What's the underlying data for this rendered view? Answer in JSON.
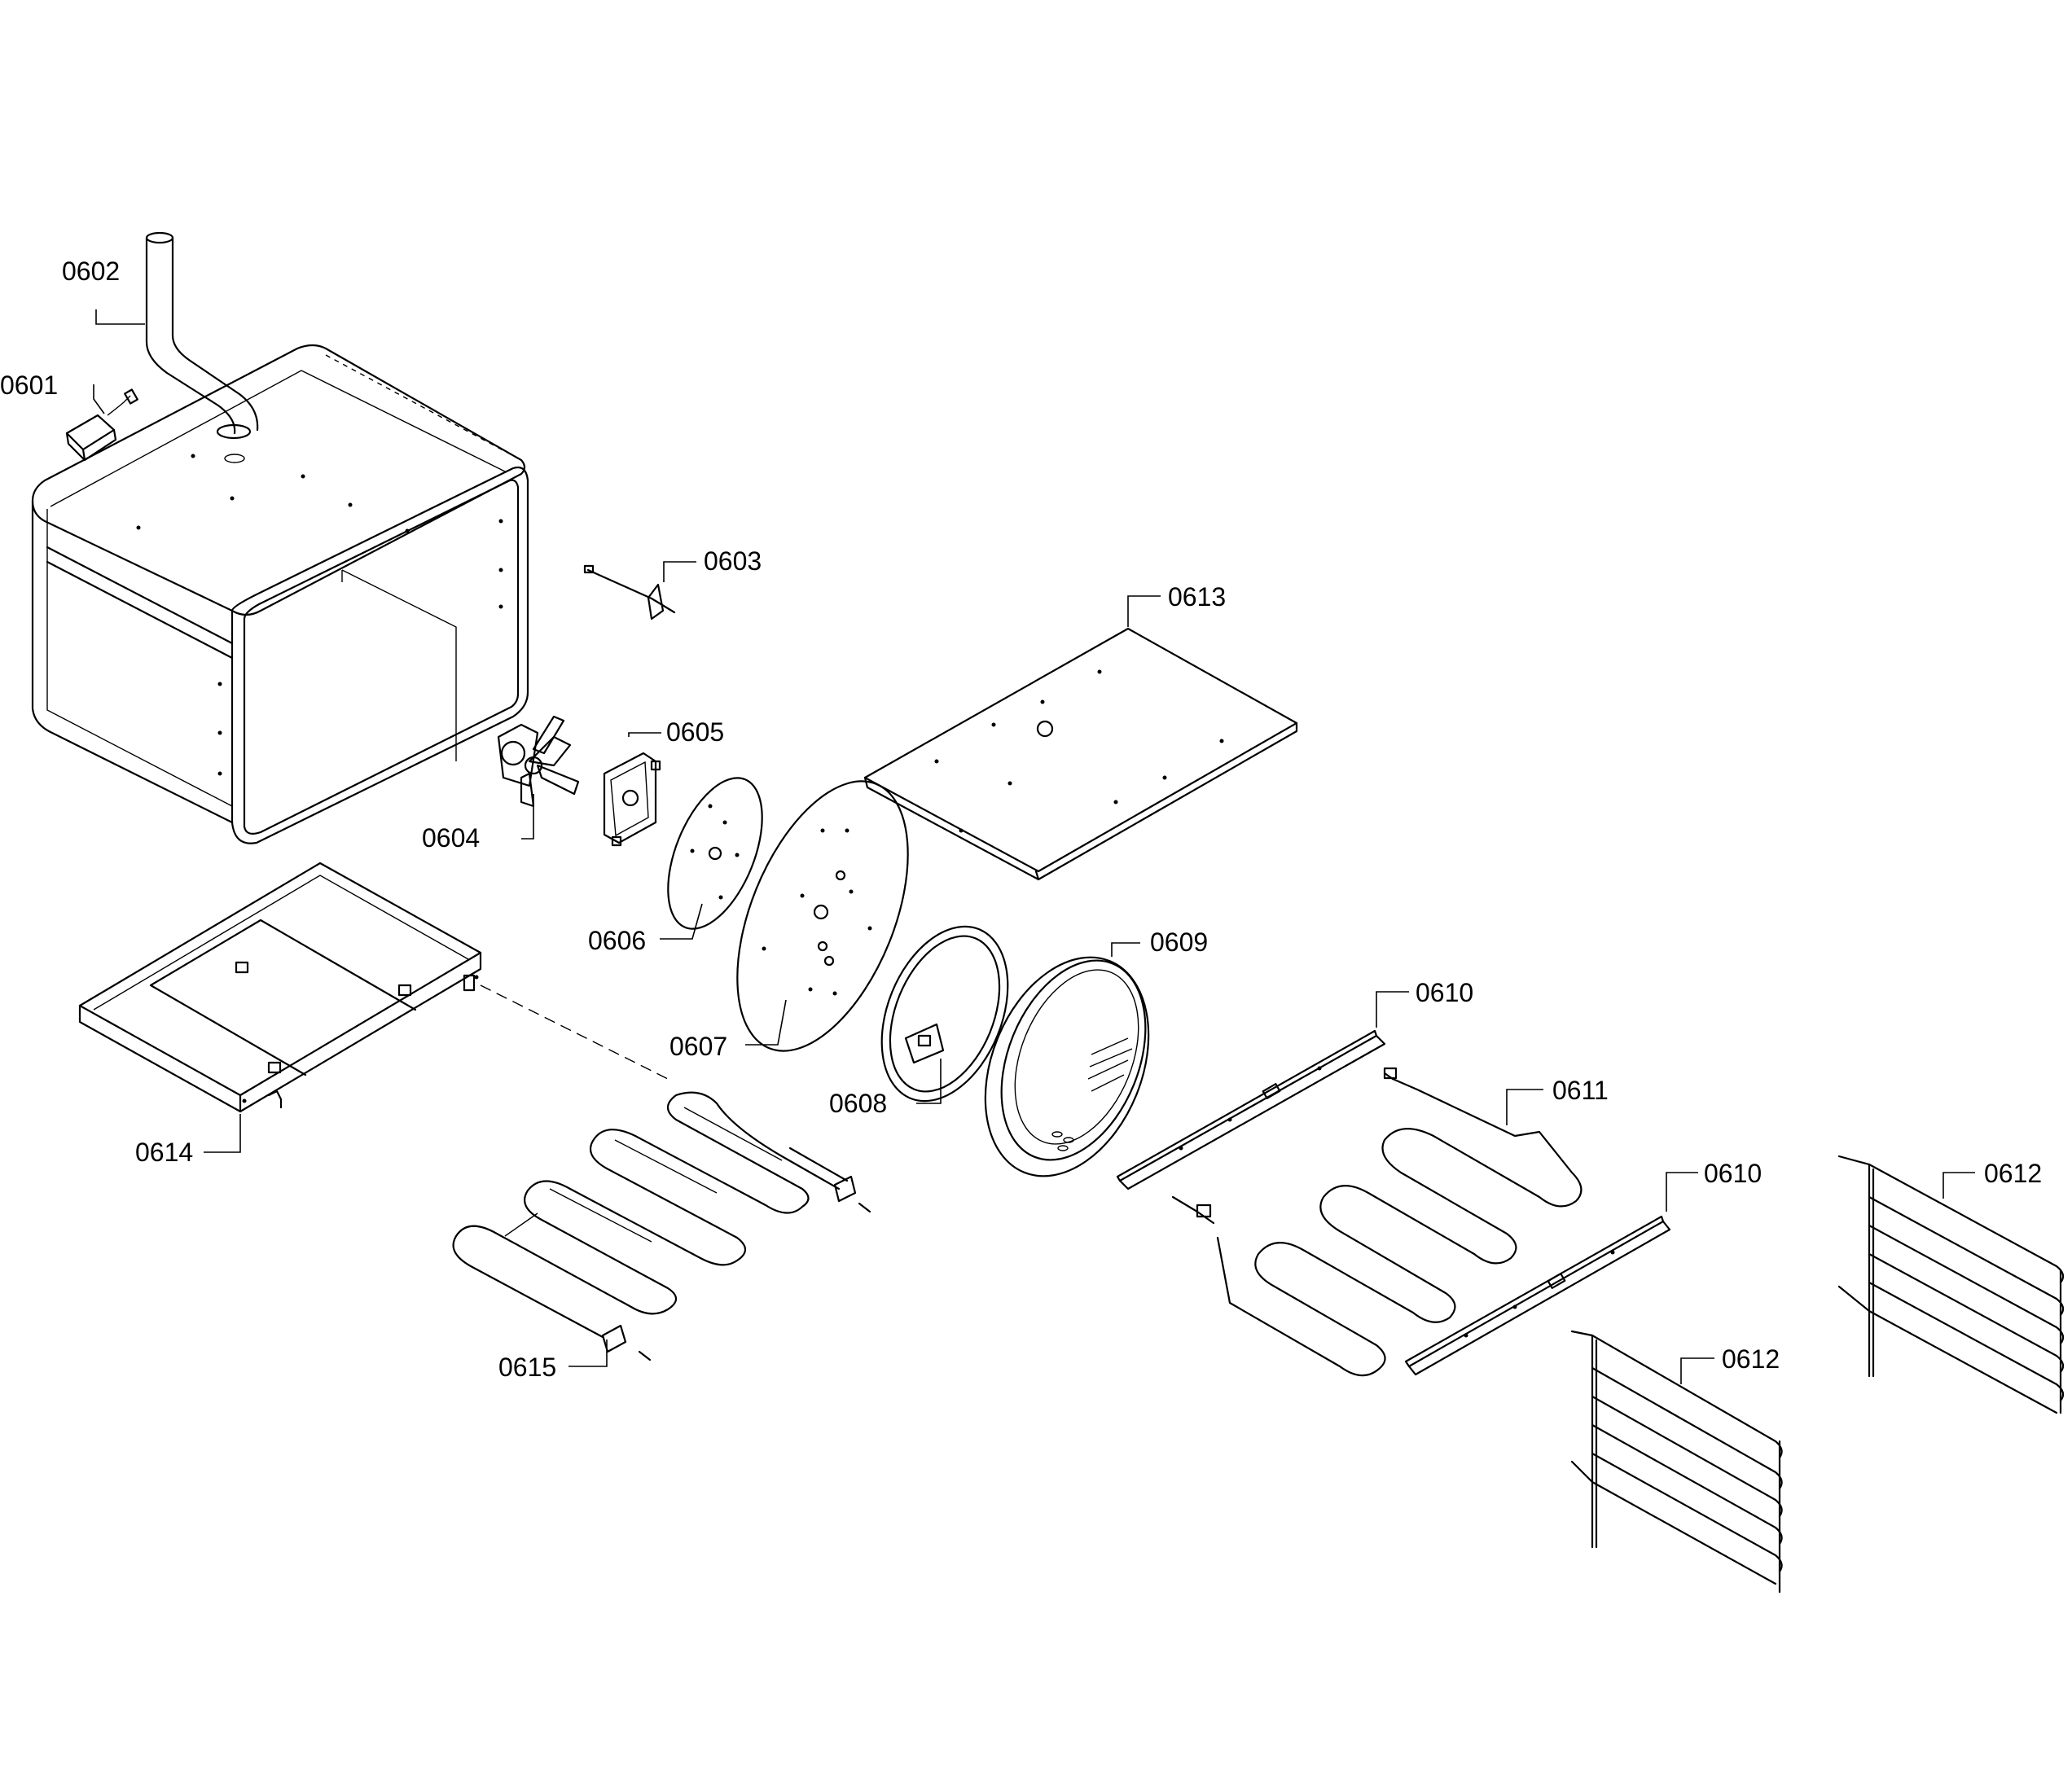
{
  "labels": {
    "p0601": "0601",
    "p0602": "0602",
    "p0603": "0603",
    "p0604": "0604",
    "p0605": "0605",
    "p0606": "0606",
    "p0607": "0607",
    "p0608": "0608",
    "p0609": "0609",
    "p0610a": "0610",
    "p0610b": "0610",
    "p0611": "0611",
    "p0612a": "0612",
    "p0612b": "0612",
    "p0613": "0613",
    "p0614": "0614",
    "p0615": "0615"
  }
}
